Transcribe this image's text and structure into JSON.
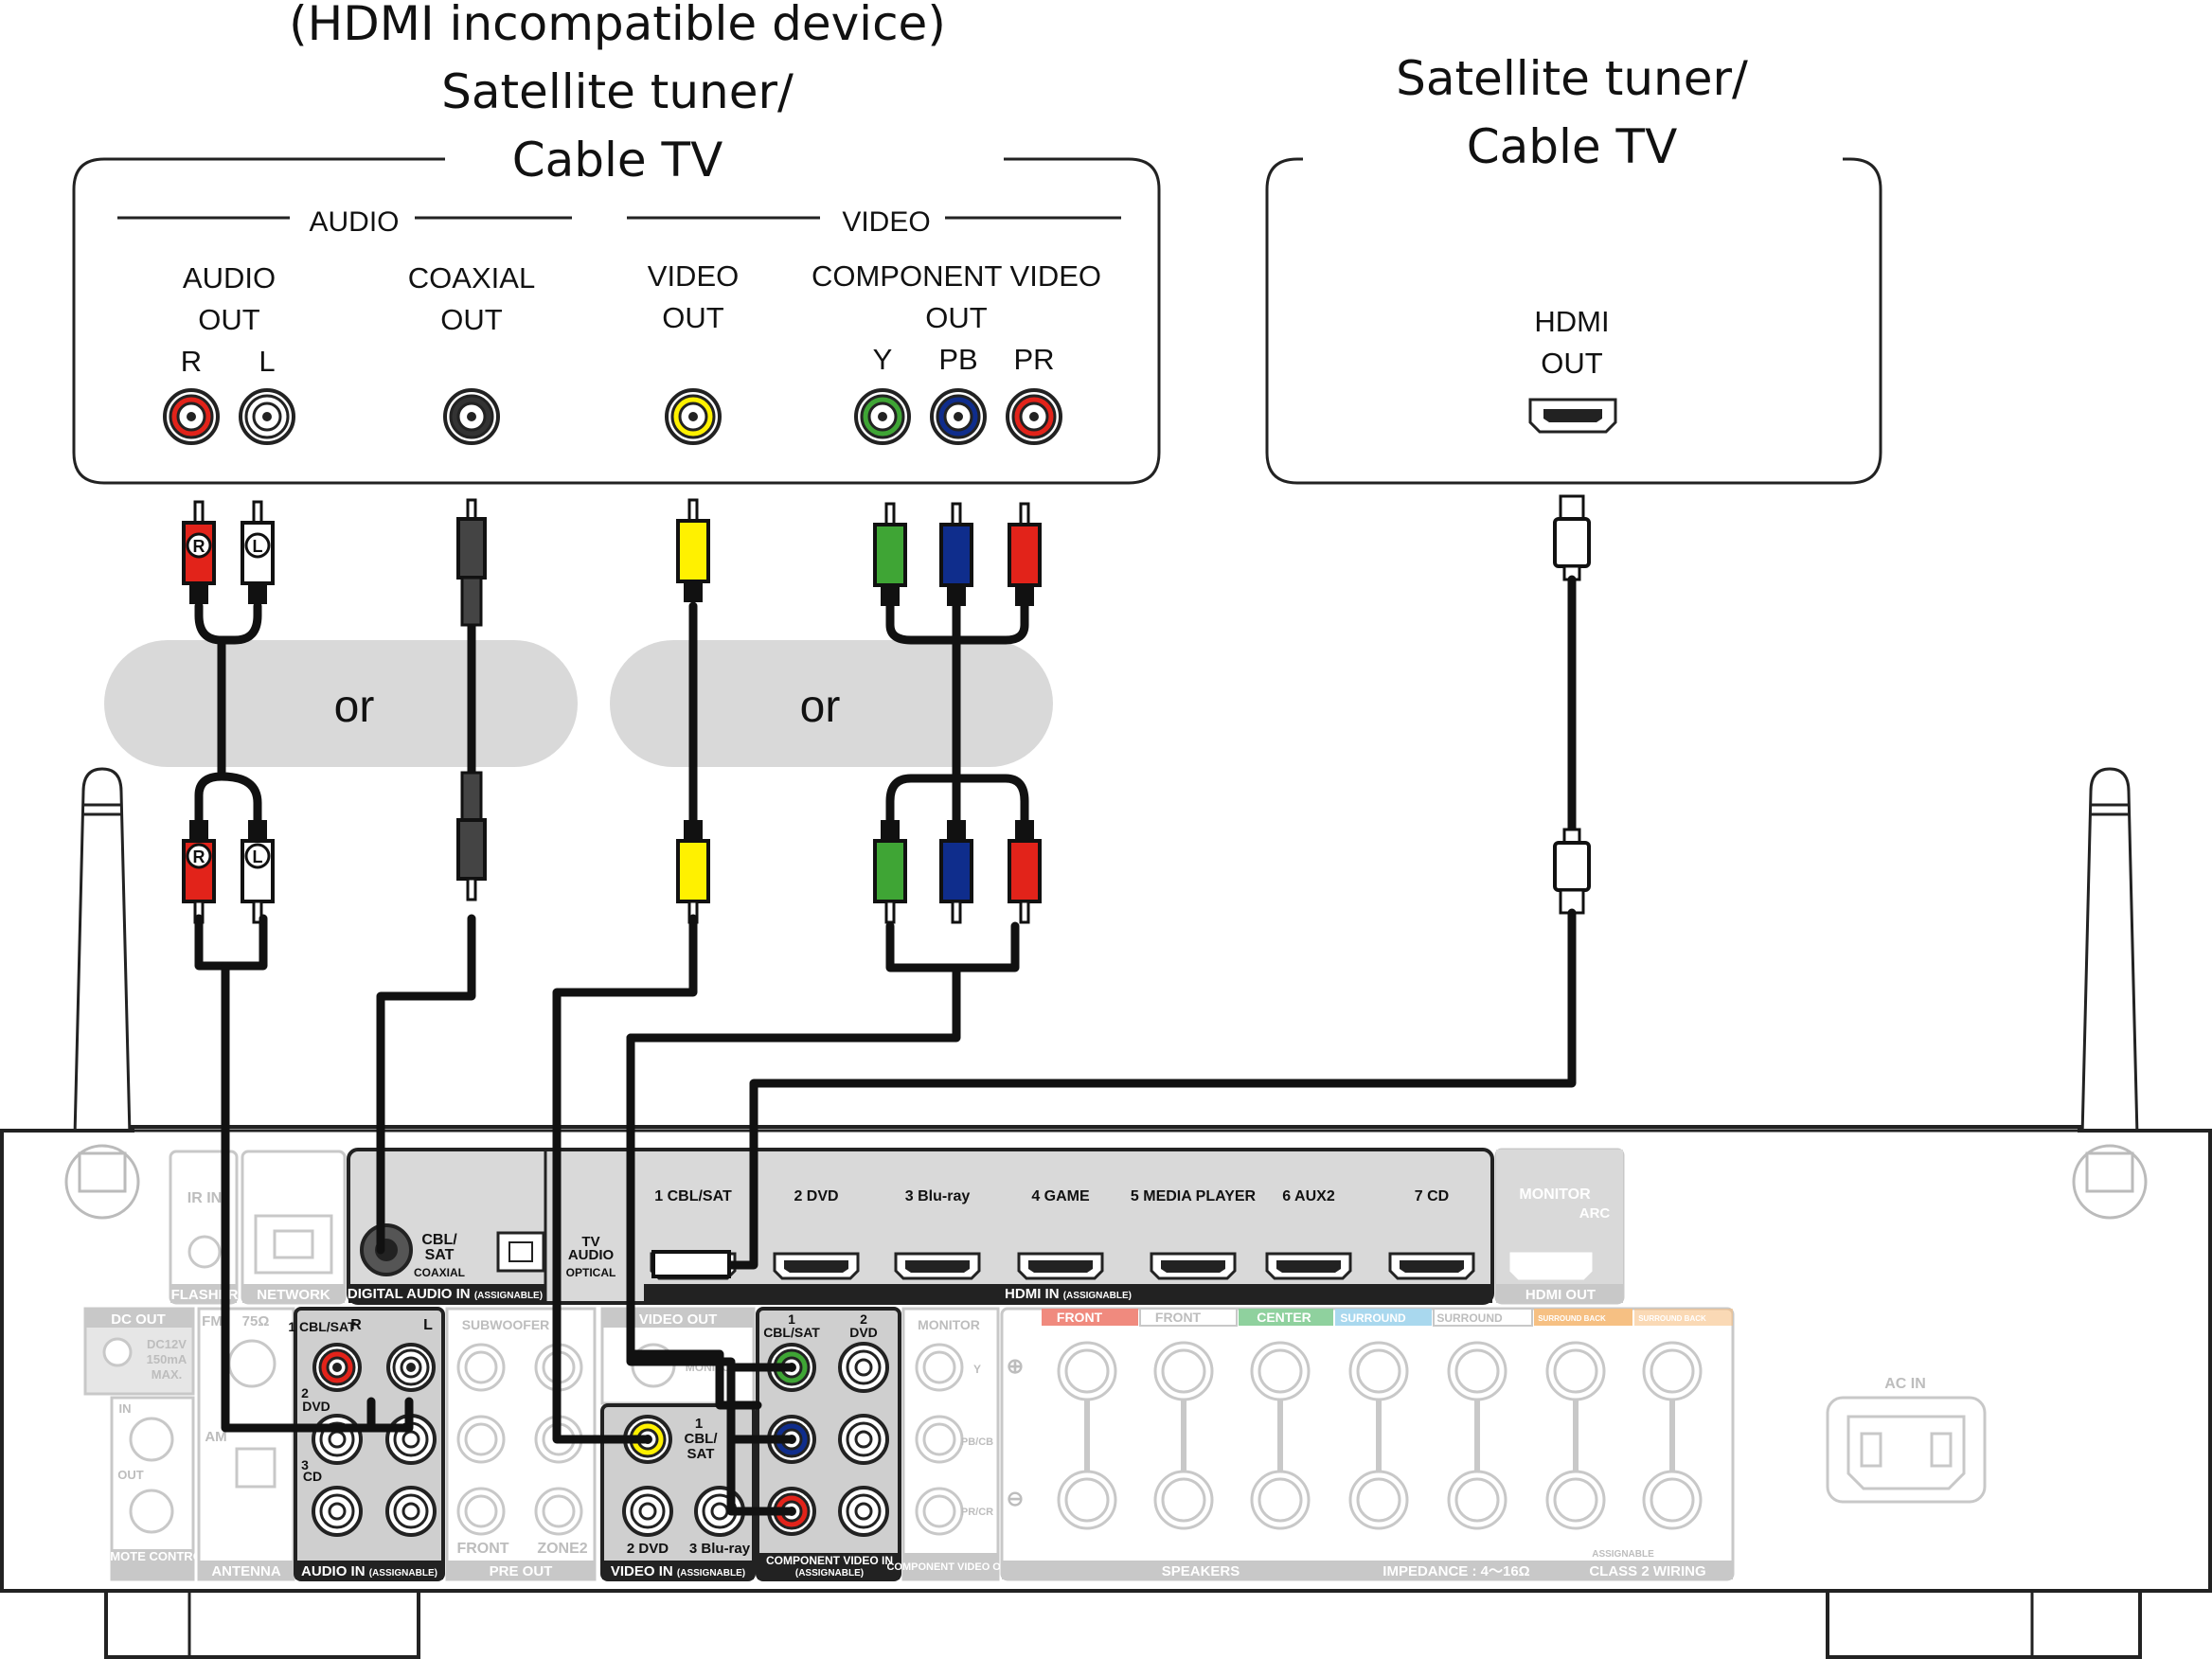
{
  "left_device": {
    "title_line1": "(HDMI incompatible device)",
    "title_line2": "Satellite tuner/",
    "title_line3": "Cable TV",
    "audio_group": "AUDIO",
    "video_group": "VIDEO",
    "audio_out_1": "AUDIO",
    "audio_out_2": "OUT",
    "ch_r": "R",
    "ch_l": "L",
    "coaxial_1": "COAXIAL",
    "coaxial_2": "OUT",
    "video_out_1": "VIDEO",
    "video_out_2": "OUT",
    "component_1": "COMPONENT VIDEO",
    "component_2": "OUT",
    "ch_y": "Y",
    "ch_pb": "PB",
    "ch_pr": "PR"
  },
  "right_device": {
    "title_line1": "Satellite tuner/",
    "title_line2": "Cable TV",
    "hdmi_1": "HDMI",
    "hdmi_2": "OUT"
  },
  "or_labels": [
    "or",
    "or"
  ],
  "cable_tags": {
    "r": "R",
    "l": "L"
  },
  "receiver": {
    "ir_in": "IR IN",
    "flasher": "FLASHER",
    "network": "NETWORK",
    "dc_out": "DC OUT",
    "dc_spec_1": "DC12V",
    "dc_spec_2": "150mA",
    "dc_spec_3": "MAX.",
    "remote_control": "REMOTE CONTROL",
    "remote_in": "IN",
    "remote_out": "OUT",
    "fm": "FM",
    "fm_ohm": "75Ω",
    "am": "AM",
    "antenna": "ANTENNA",
    "cbl_sat_coax_1": "CBL/",
    "cbl_sat_coax_2": "SAT",
    "coaxial_small": "COAXIAL",
    "tv_audio_1": "TV",
    "tv_audio_2": "AUDIO",
    "optical_small": "OPTICAL",
    "digital_audio_in": "DIGITAL AUDIO IN",
    "assignable": "(ASSIGNABLE)",
    "hdmi_inputs": [
      "1 CBL/SAT",
      "2 DVD",
      "3 Blu-ray",
      "4 GAME",
      "5 MEDIA PLAYER",
      "6 AUX2",
      "7 CD"
    ],
    "hdmi_in": "HDMI IN",
    "monitor_1": "MONITOR",
    "arc": "ARC",
    "hdmi_out": "HDMI OUT",
    "audio_in_cbl_sat": "1 CBL/SAT",
    "audio_in_r": "R",
    "audio_in_l": "L",
    "audio_in_dvd_1": "2",
    "audio_in_dvd_2": "DVD",
    "audio_in_cd_1": "3",
    "audio_in_cd_2": "CD",
    "audio_in": "AUDIO IN",
    "subwoofer": "SUBWOOFER",
    "front": "FRONT",
    "zone2": "ZONE2",
    "pre_out": "PRE OUT",
    "video_out_label": "VIDEO OUT",
    "monitor_small": "MONITOR",
    "video_in_1a": "1",
    "video_in_1b": "CBL/",
    "video_in_1c": "SAT",
    "video_in_2": "2 DVD",
    "video_in_3": "3 Blu-ray",
    "video_in": "VIDEO IN",
    "comp_in_1a": "1",
    "comp_in_1b": "CBL/SAT",
    "comp_in_2a": "2",
    "comp_in_2b": "DVD",
    "component_video_in": "COMPONENT VIDEO IN",
    "monitor_comp": "MONITOR",
    "y": "Y",
    "pb_cb": "PB/CB",
    "pr_cr": "PR/CR",
    "component_video_out": "COMPONENT VIDEO OUT",
    "spk_front": "FRONT",
    "spk_center": "CENTER",
    "spk_surround": "SURROUND",
    "spk_surround_back": "SURROUND BACK",
    "speakers": "SPEAKERS",
    "impedance": "IMPEDANCE : 4～16Ω",
    "assignable_small": "ASSIGNABLE",
    "class2": "CLASS 2 WIRING",
    "ac_in": "AC IN"
  },
  "colors": {
    "red": "#e2231a",
    "white": "#ffffff",
    "black": "#333333",
    "yellow": "#fff100",
    "green": "#3fa535",
    "blue": "#0f2d8c",
    "gray_panel": "#d9d9d9",
    "dark_panel": "#3c3c3c",
    "front_tab": "#f08a7e",
    "center_tab": "#8fd19e",
    "surround_tab": "#a9d8ee",
    "surround_back_tab": "#f6c083"
  }
}
